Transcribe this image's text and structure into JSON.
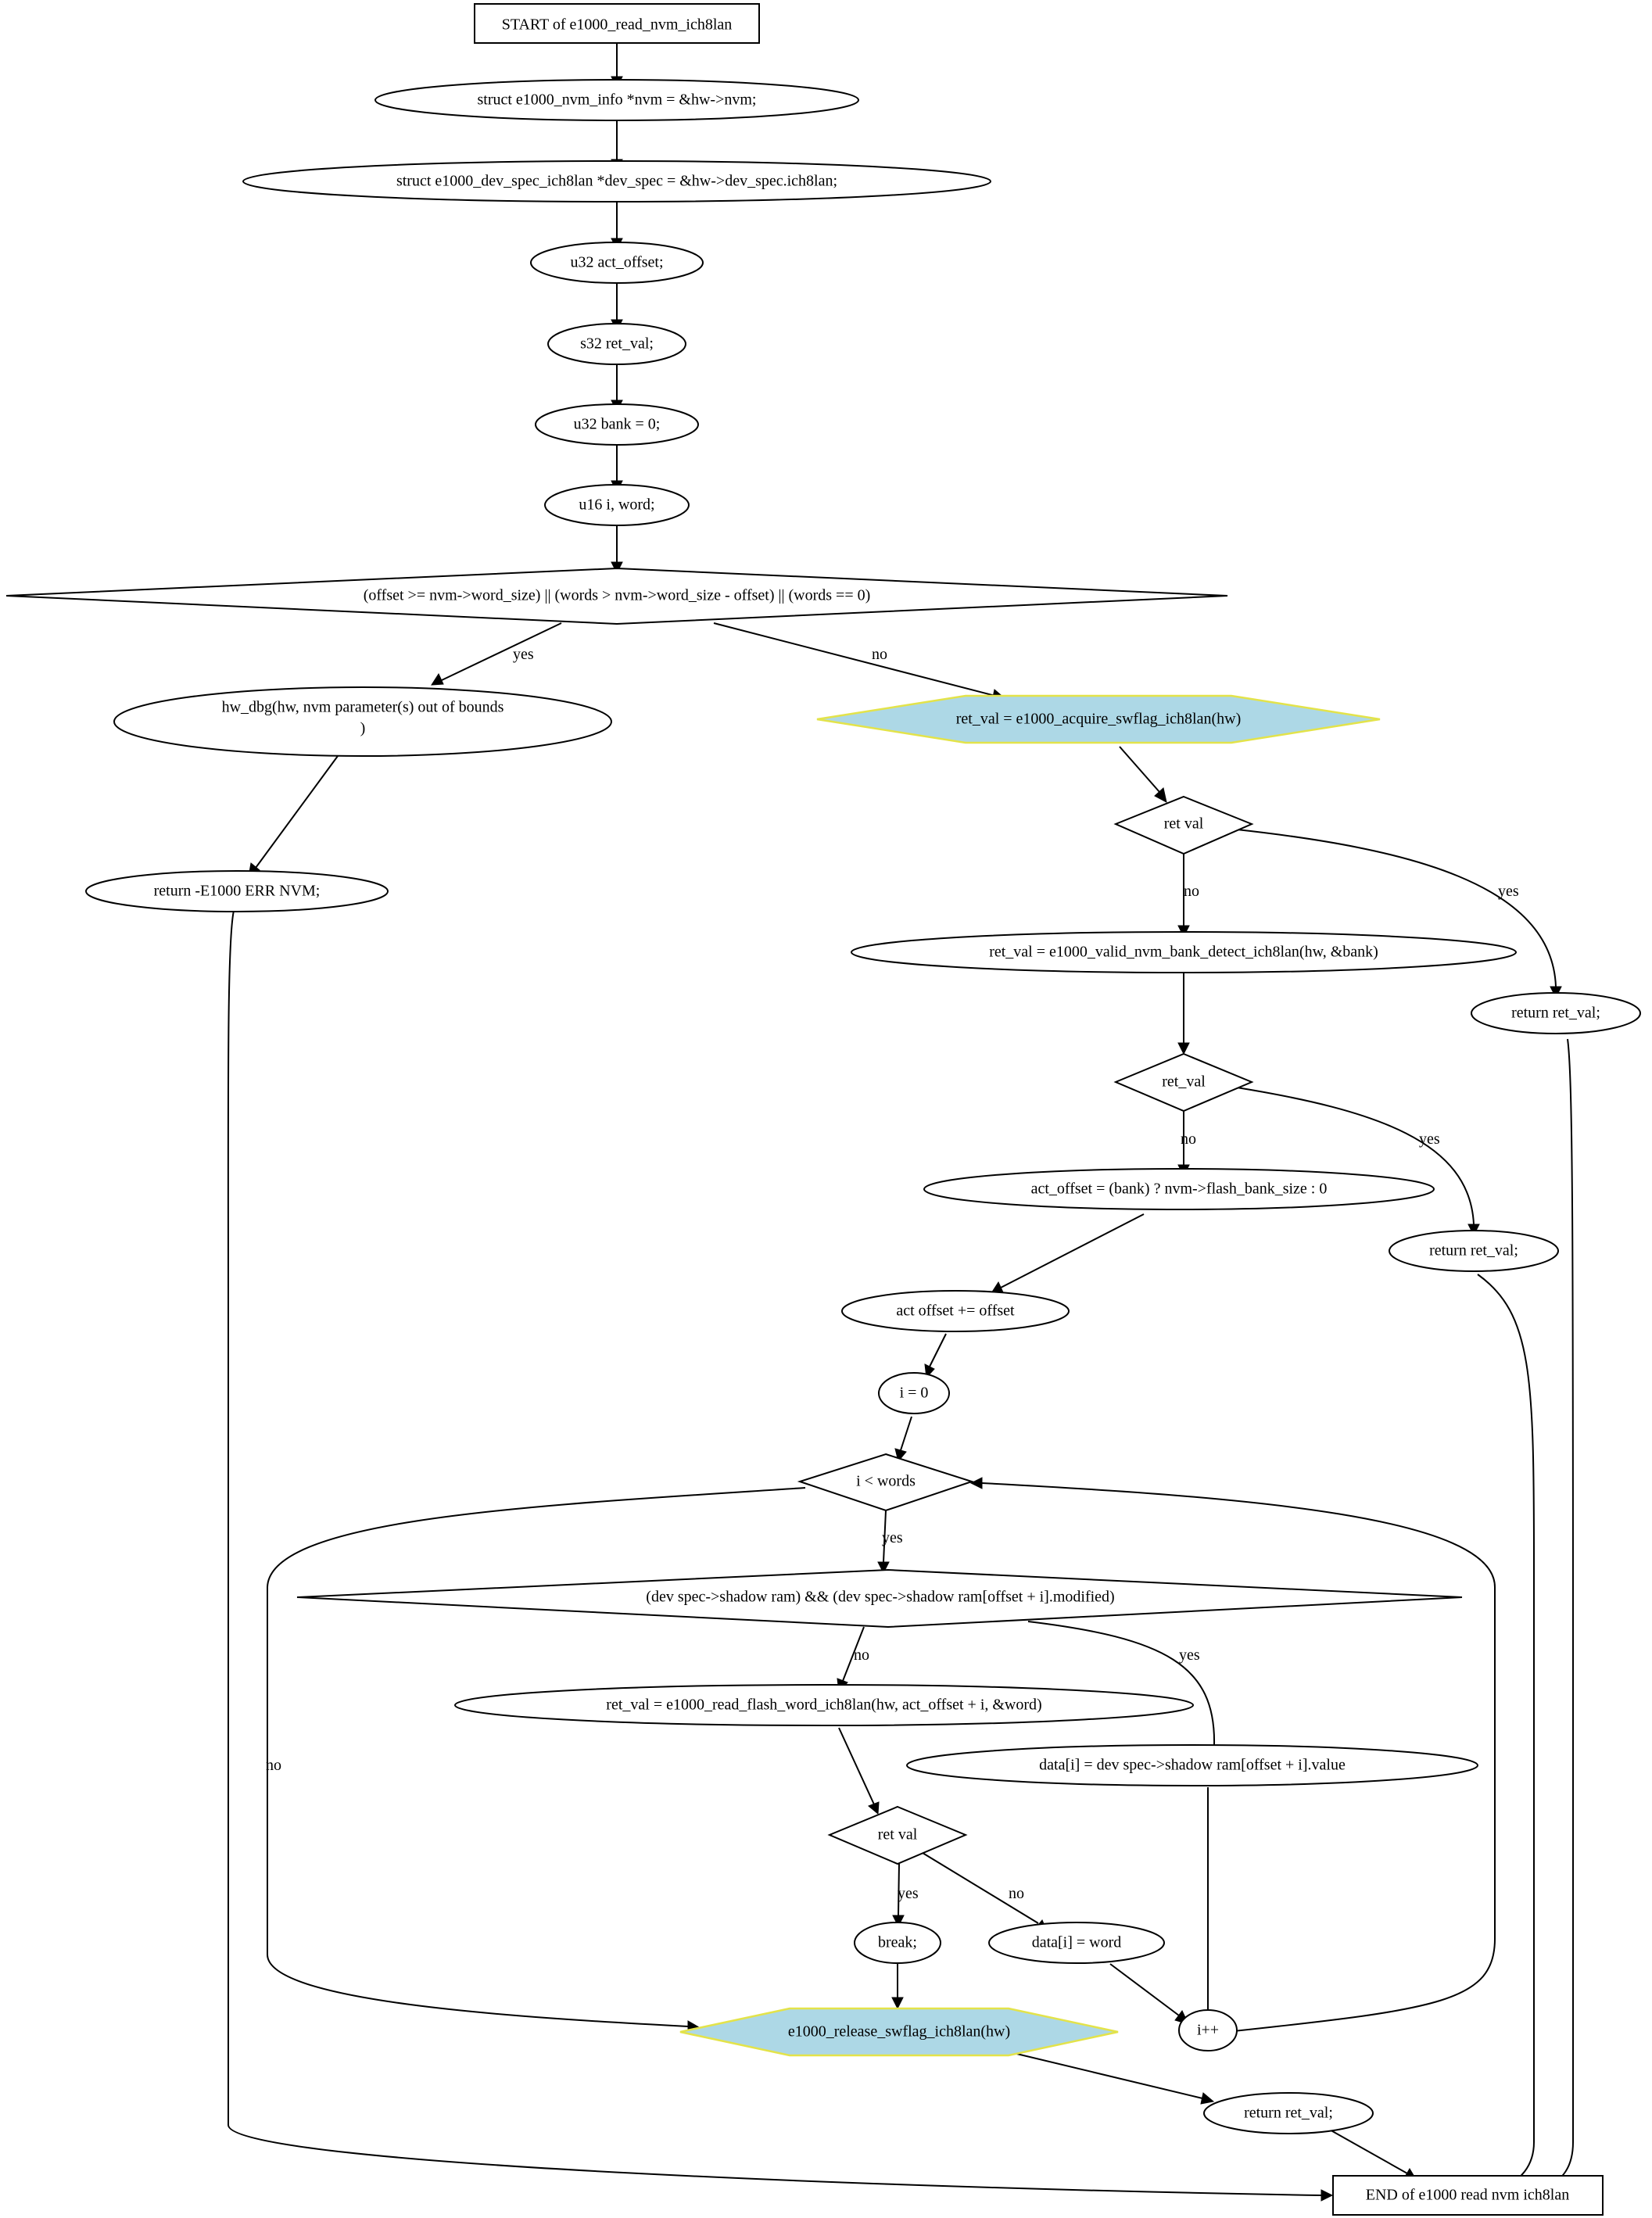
{
  "nodes": {
    "start": "START of e1000_read_nvm_ich8lan",
    "decl_nvm": "struct e1000_nvm_info *nvm = &hw->nvm;",
    "decl_dev_spec": "struct e1000_dev_spec_ich8lan *dev_spec = &hw->dev_spec.ich8lan;",
    "decl_act_offset": "u32 act_offset;",
    "decl_ret_val": "s32 ret_val;",
    "decl_bank": "u32 bank = 0;",
    "decl_i_word": "u16 i, word;",
    "cond_bounds": "(offset >= nvm->word_size) || (words > nvm->word_size - offset) || (words == 0)",
    "hw_dbg_line1": "hw_dbg(hw, nvm parameter(s) out of bounds",
    "hw_dbg_line2": ")",
    "return_err": "return -E1000  ERR  NVM;",
    "acquire": "ret_val = e1000_acquire_swflag_ich8lan(hw)",
    "cond_ret_val_1": "ret  val",
    "return_1": "return ret_val;",
    "bank_detect": "ret_val = e1000_valid_nvm_bank_detect_ich8lan(hw, &bank)",
    "cond_ret_val_2": "ret_val",
    "return_2": "return ret_val;",
    "act_offset_assign": "act_offset = (bank) ? nvm->flash_bank_size : 0",
    "act_offset_add": "act  offset += offset",
    "i_init": "i = 0",
    "cond_loop": "i < words",
    "cond_shadow": "(dev  spec->shadow  ram) && (dev  spec->shadow  ram[offset + i].modified)",
    "read_flash": "ret_val = e1000_read_flash_word_ich8lan(hw, act_offset + i, &word)",
    "shadow_assign": "data[i] = dev  spec->shadow  ram[offset + i].value",
    "cond_ret_val_3": "ret  val",
    "break": "break;",
    "data_word": "data[i] = word",
    "i_inc": "i++",
    "release": "e1000_release_swflag_ich8lan(hw)",
    "return_3": "return ret_val;",
    "end": "END of e1000  read  nvm  ich8lan"
  },
  "edge_labels": {
    "bounds_yes": "yes",
    "bounds_no": "no",
    "rv1_no": "no",
    "rv1_yes": "yes",
    "rv2_no": "no",
    "rv2_yes": "yes",
    "loop_yes": "yes",
    "loop_no": "no",
    "shadow_no": "no",
    "shadow_yes": "yes",
    "rv3_yes": "yes",
    "rv3_no": "no"
  },
  "colors": {
    "call_fill": "#add8e6",
    "call_stroke": "#e3e34a"
  }
}
